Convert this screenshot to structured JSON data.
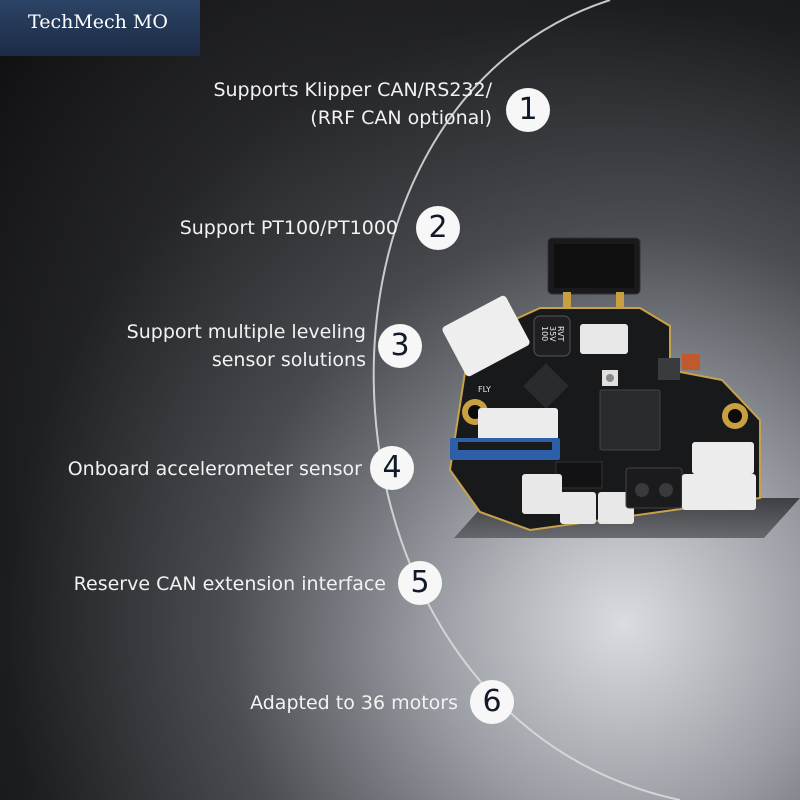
{
  "brand": {
    "text": "TechMech MO"
  },
  "features": [
    {
      "number": "1",
      "line1": "Supports Klipper CAN/RS232/",
      "line2": "(RRF CAN optional)"
    },
    {
      "number": "2",
      "line1": "Support PT100/PT1000"
    },
    {
      "number": "3",
      "line1": "Support multiple leveling",
      "line2": "sensor solutions"
    },
    {
      "number": "4",
      "line1": "Onboard accelerometer sensor"
    },
    {
      "number": "5",
      "line1": "Reserve CAN extension interface"
    },
    {
      "number": "6",
      "line1": "Adapted to 36 motors"
    }
  ],
  "board": {
    "capacitor_label_1": "100",
    "capacitor_label_2": "35V",
    "capacitor_label_3": "RVT",
    "silk_label": "FLY"
  }
}
